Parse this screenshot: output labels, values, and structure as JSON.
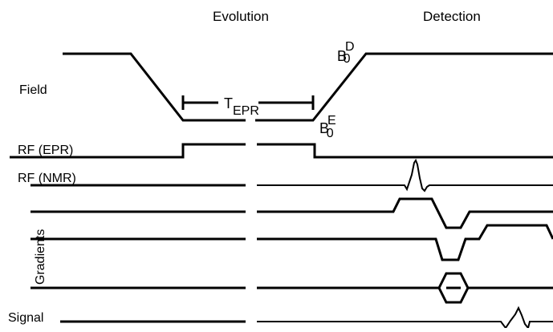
{
  "phases": {
    "evolution": "Evolution",
    "detection": "Detection"
  },
  "rows": {
    "field": "Field",
    "rf_epr": "RF (EPR)",
    "rf_nmr": "RF (NMR)",
    "gradients": "Gradients",
    "signal": "Signal"
  },
  "annotations": {
    "t_epr_main": "T",
    "t_epr_sub": "EPR",
    "b0_symbol": "B",
    "b0_sub": "0",
    "b0_detection_sup": "D",
    "b0_evolution_sup": "E"
  }
}
